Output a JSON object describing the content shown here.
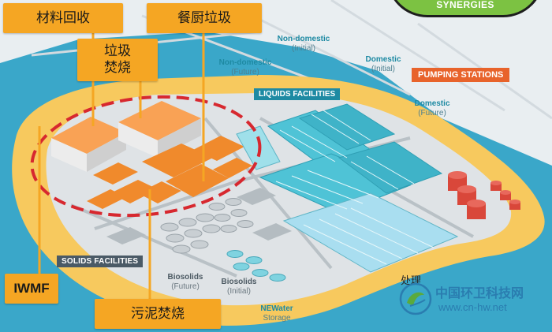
{
  "header": {
    "synergies": "SYNERGIES"
  },
  "callouts": {
    "materials_recovery": "材料回收",
    "food_waste": "餐厨垃圾",
    "waste_incineration_line1": "垃圾",
    "waste_incineration_line2": "焚烧",
    "iwmf": "IWMF",
    "sludge_incineration": "污泥焚烧"
  },
  "facility_tags": {
    "liquids": "LIQUIDS FACILITIES",
    "solids": "SOLIDS FACILITIES",
    "pumping": "PUMPING STATIONS"
  },
  "labels": {
    "nondomestic_initial": {
      "title": "Non-domestic",
      "sub": "(Initial)"
    },
    "nondomestic_future": {
      "title": "Non-domestic",
      "sub": "(Future)"
    },
    "domestic_initial": {
      "title": "Domestic",
      "sub": "(Initial)"
    },
    "domestic_future": {
      "title": "Domestic",
      "sub": "(Future)"
    },
    "biosolids_future": {
      "title": "Biosolids",
      "sub": "(Future)"
    },
    "biosolids_initial": {
      "title": "Biosolids",
      "sub": "(Initial)"
    },
    "newater": {
      "title": "NEWater",
      "sub": "Storage"
    }
  },
  "watermark": {
    "partial_text": "处理",
    "site_name": "中国环卫科技网",
    "url": "www.cn-hw.net"
  },
  "colors": {
    "sea": "#3aa7c9",
    "land": "#f7c95e",
    "ground": "#dfe3e6",
    "building_orange": "#f08a2c",
    "liquids_teal": "#4fc3d6",
    "tanks_red": "#d9473a",
    "callout": "#f5a623",
    "dashed_ring": "#d7282f"
  }
}
